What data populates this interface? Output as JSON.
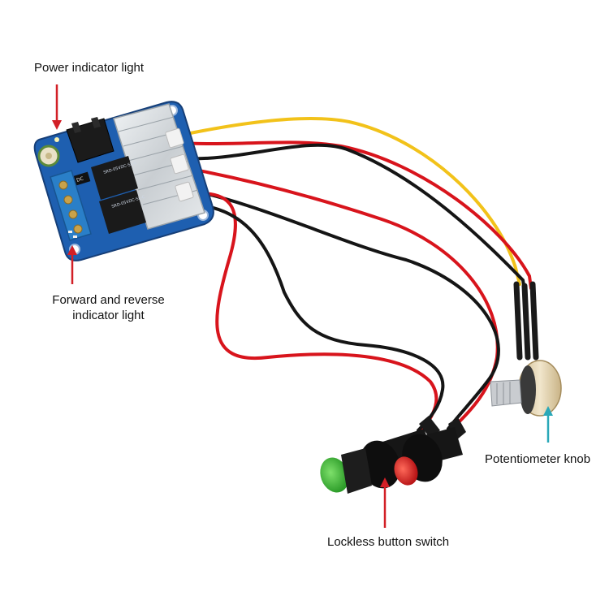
{
  "labels": {
    "power_indicator": "Power indicator light",
    "forward_reverse_line1": "Forward and reverse",
    "forward_reverse_line2": "indicator light",
    "potentiometer": "Potentiometer knob",
    "lockless_button": "Lockless button switch"
  },
  "board_print": {
    "relay_text": "SRD-05VDC-SL-C",
    "chip_text": "DC"
  },
  "colors": {
    "pcb": "#1e5fb0",
    "heatsink": "#d8dde0",
    "arrow": "#d21f26",
    "wire_red": "#d8141c",
    "wire_black": "#151515",
    "wire_yellow": "#f2c21a",
    "button_green": "#3fbf3a",
    "button_red": "#e0262a",
    "pot_body": "#e8d9b8",
    "terminal": "#2a7fc8"
  }
}
